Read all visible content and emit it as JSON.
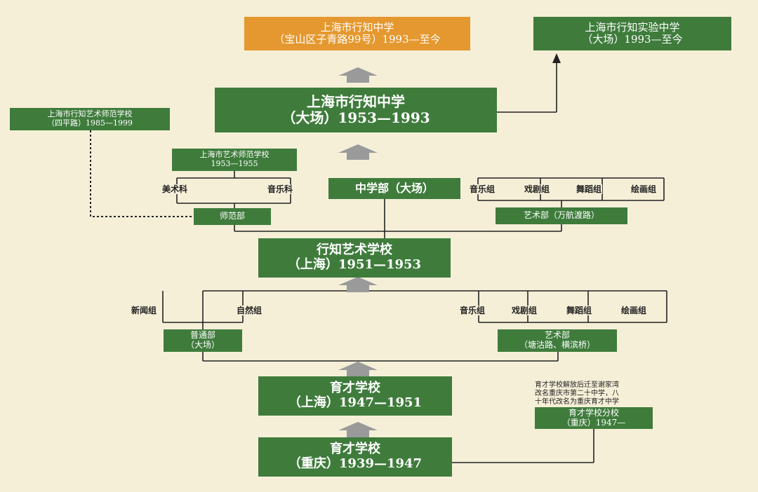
{
  "top_orange": {
    "line1": "上海市行知中学",
    "line2": "（宝山区子青路99号）1993—至今"
  },
  "top_right": {
    "line1": "上海市行知实验中学",
    "line2": "（大场）1993—至今"
  },
  "dachang_1953": {
    "line1": "上海市行知中学",
    "line2": "（大场）1953—1993"
  },
  "siping": {
    "line1": "上海市行知艺术师范学校",
    "line2": "（四平路）1985—1999"
  },
  "art_normal": {
    "line1": "上海市艺术师范学校",
    "line2": "1953—1955"
  },
  "labels_top": {
    "meishu": "美术科",
    "yinyue": "音乐科",
    "shifanbu": "师范部",
    "zhongxuebu": "中学部（大场）",
    "yinyuezu": "音乐组",
    "xijuzu": "戏剧组",
    "wudaozu": "舞蹈组",
    "huihuazu": "绘画组",
    "yishubu": "艺术部（万航渡路）"
  },
  "xingzhi_art": {
    "line1": "行知艺术学校",
    "line2": "（上海）1951—1953"
  },
  "labels_mid": {
    "xinwenzu": "新闻组",
    "ziranzu": "自然组",
    "yinyuezu": "音乐组",
    "xijuzu": "戏剧组",
    "wudaozu": "舞蹈组",
    "huihuazu": "绘画组"
  },
  "putongbu": {
    "line1": "普通部",
    "line2": "（大场）"
  },
  "yishubu2": {
    "line1": "艺术部",
    "line2": "（塘沽路、横滨桥）"
  },
  "yucai_sh": {
    "line1": "育才学校",
    "line2": "（上海）1947—1951"
  },
  "yucai_cq": {
    "line1": "育才学校",
    "line2": "（重庆）1939—1947"
  },
  "note": {
    "l1": "育才学校解放后迁至谢家湾",
    "l2": "改名重庆市第二十中学，八",
    "l3": "十年代改名为重庆育才中学"
  },
  "branch": {
    "line1": "育才学校分校",
    "line2": "（重庆）1947—"
  },
  "colors": {
    "green": "#3f7c3c",
    "orange": "#e5982f",
    "arrow": "#9a9a9a",
    "background": "#f6efd8"
  }
}
